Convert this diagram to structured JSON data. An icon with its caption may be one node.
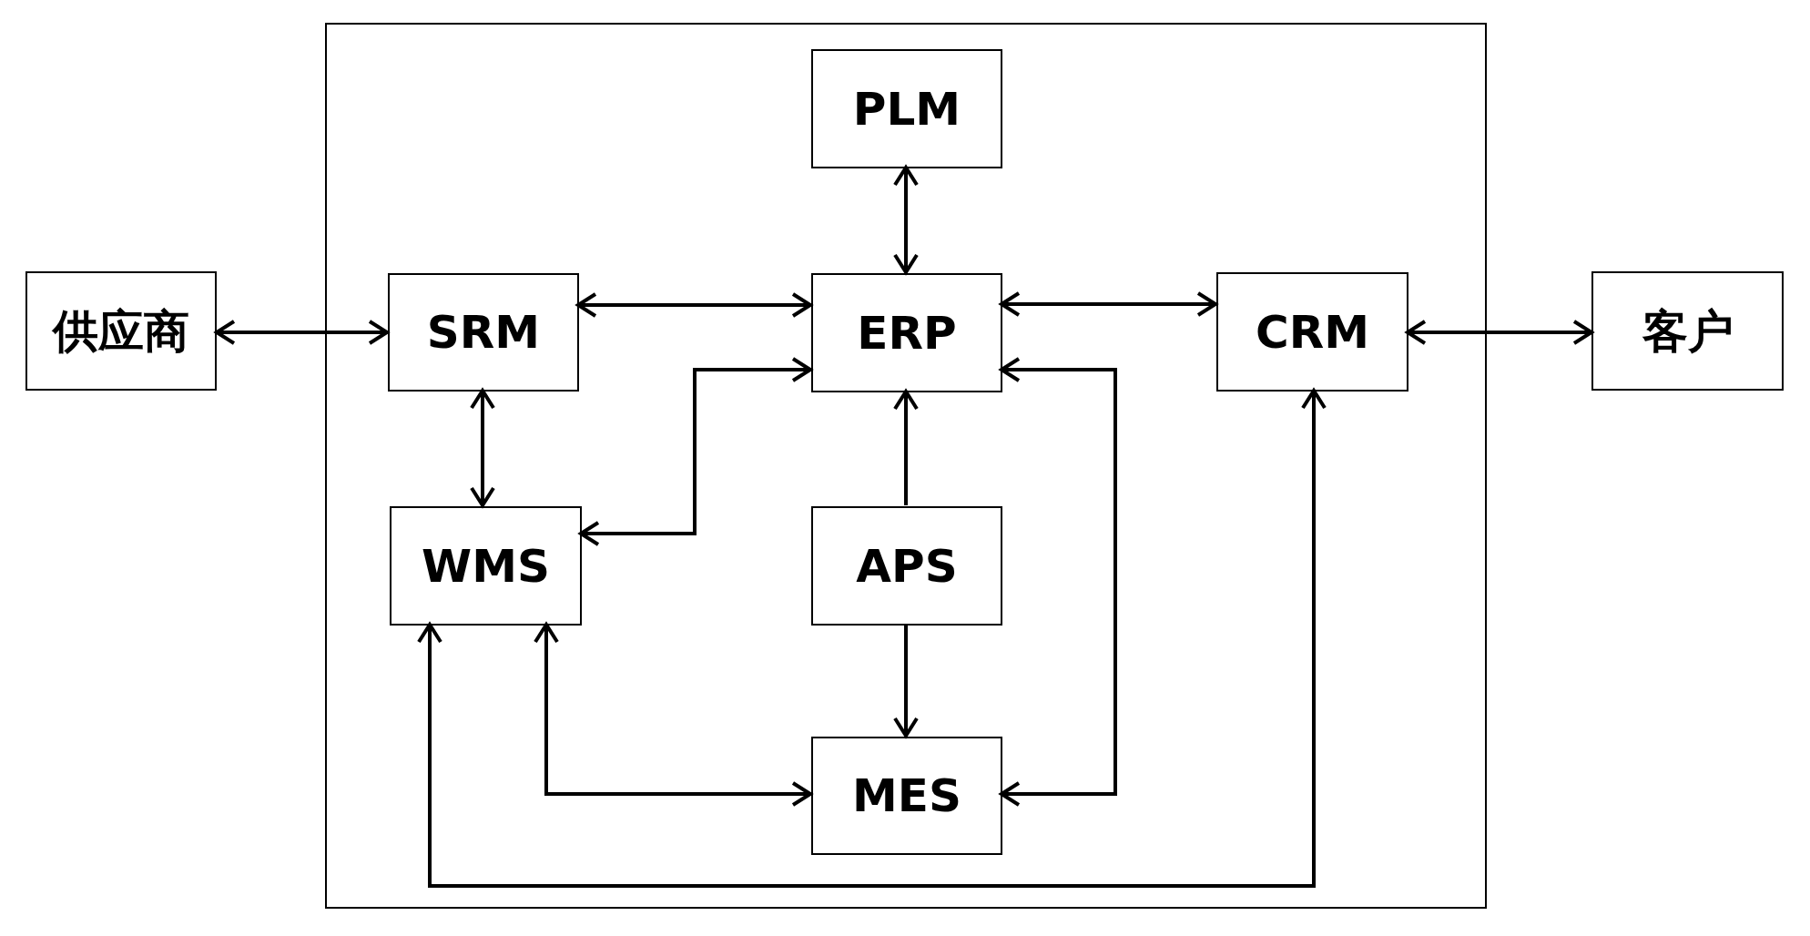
{
  "diagram": {
    "nodes": [
      {
        "text": [
          "供应商"
        ]
      },
      {
        "text": [],
        "shape": "box"
      },
      {
        "text": [
          "PLM"
        ],
        "in": 1
      },
      {
        "text": [
          "SRM"
        ],
        "in": 1
      },
      {
        "text": [
          "ERP"
        ],
        "in": 1
      },
      {
        "text": [
          "CRM"
        ],
        "in": 1
      },
      {
        "text": [
          "WMS"
        ],
        "in": 1
      },
      {
        "text": [
          "APS"
        ],
        "in": 1
      },
      {
        "text": [
          "MES"
        ],
        "in": 1
      },
      {
        "text": [
          "客户"
        ]
      }
    ],
    "edges": [
      {
        "from": 0,
        "to": 3,
        "arrow": "both"
      },
      {
        "from": 3,
        "to": 4,
        "arrow": "both"
      },
      {
        "from": 4,
        "to": 5,
        "arrow": "both"
      },
      {
        "from": 5,
        "to": 9,
        "arrow": "both"
      },
      {
        "from": 2,
        "to": 4,
        "arrow": "both"
      },
      {
        "from": 3,
        "to": 6,
        "arrow": "both"
      },
      {
        "from": 6,
        "to": 4,
        "arrow": "both"
      },
      {
        "from": 7,
        "to": 4,
        "arrow": "to"
      },
      {
        "from": 7,
        "to": 8,
        "arrow": "to"
      },
      {
        "from": 4,
        "to": 8,
        "arrow": "both"
      },
      {
        "from": 6,
        "to": 8,
        "arrow": "both"
      },
      {
        "from": 6,
        "to": 5,
        "arrow": "both"
      }
    ]
  }
}
